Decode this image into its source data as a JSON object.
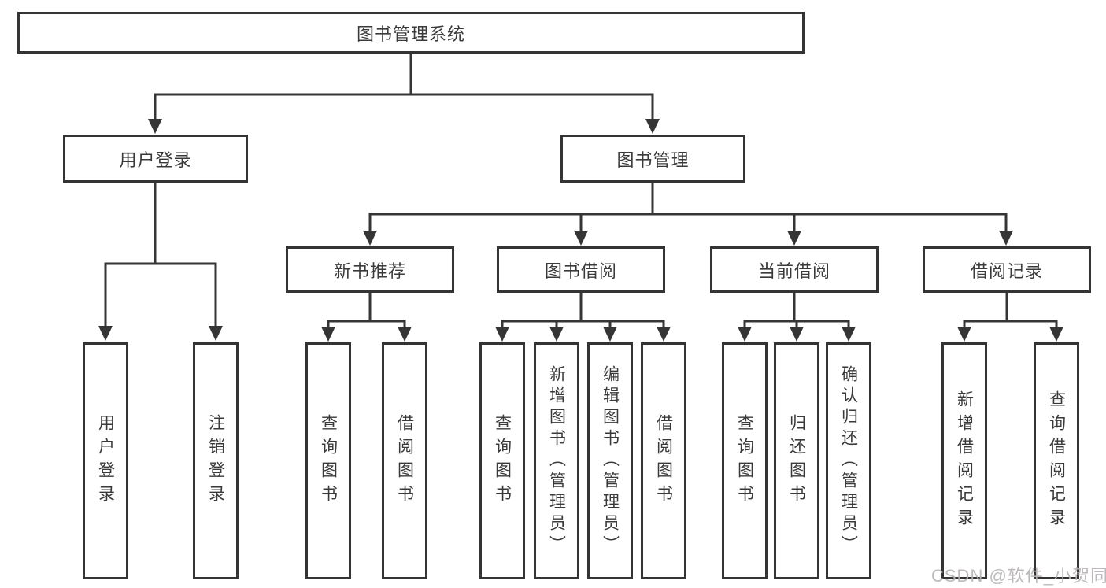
{
  "diagram": {
    "title": "图书管理系统",
    "level2": {
      "user_login": {
        "label": "用户登录",
        "children": [
          {
            "label": "用户登录"
          },
          {
            "label": "注销登录"
          }
        ]
      },
      "book_management": {
        "label": "图书管理"
      }
    },
    "level3": {
      "new_books": {
        "label": "新书推荐",
        "children": [
          {
            "label": "查询图书"
          },
          {
            "label": "借阅图书"
          }
        ]
      },
      "borrowing": {
        "label": "图书借阅",
        "children": [
          {
            "label": "查询图书"
          },
          {
            "label": "新增图书（管理员）"
          },
          {
            "label": "编辑图书（管理员）"
          },
          {
            "label": "借阅图书"
          }
        ]
      },
      "current": {
        "label": "当前借阅",
        "children": [
          {
            "label": "查询图书"
          },
          {
            "label": "归还图书"
          },
          {
            "label": "确认归还（管理员）"
          }
        ]
      },
      "records": {
        "label": "借阅记录",
        "children": [
          {
            "label": "新增借阅记录"
          },
          {
            "label": "查询借阅记录"
          }
        ]
      }
    },
    "watermark": "CSDN @软件_小贺同学",
    "colors": {
      "line": "#353535",
      "border": "#343434",
      "text": "#3a3a3a",
      "watermark": "#b6b2b5"
    }
  }
}
